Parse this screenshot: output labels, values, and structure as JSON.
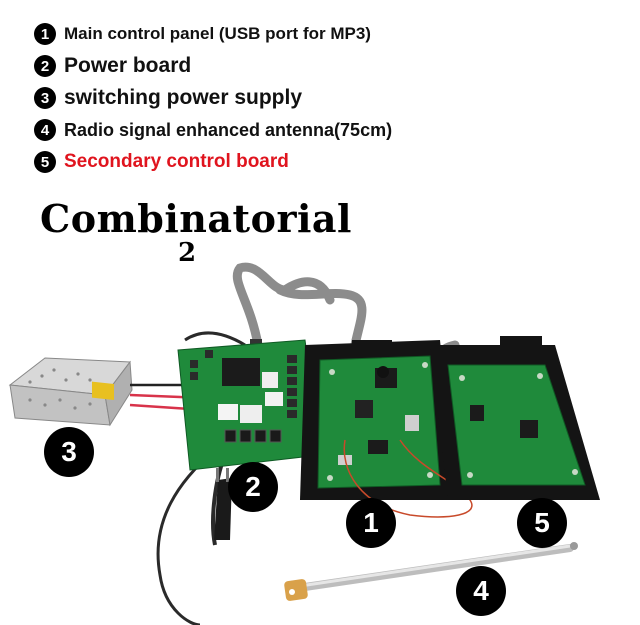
{
  "legend": [
    {
      "num": "1",
      "text": "Main control panel (USB port for MP3)"
    },
    {
      "num": "2",
      "text": "Power board"
    },
    {
      "num": "3",
      "text": "switching power supply"
    },
    {
      "num": "4",
      "text": "Radio signal enhanced antenna(75cm)"
    },
    {
      "num": "5",
      "text": "Secondary control board"
    }
  ],
  "title": "Combinatorial",
  "subtitle": "2",
  "badges": {
    "b1": "1",
    "b2": "2",
    "b3": "3",
    "b4": "4",
    "b5": "5"
  },
  "colors": {
    "highlight_text": "#e0141e",
    "pcb_green": "#1f8a3b",
    "frame_black": "#141414"
  }
}
